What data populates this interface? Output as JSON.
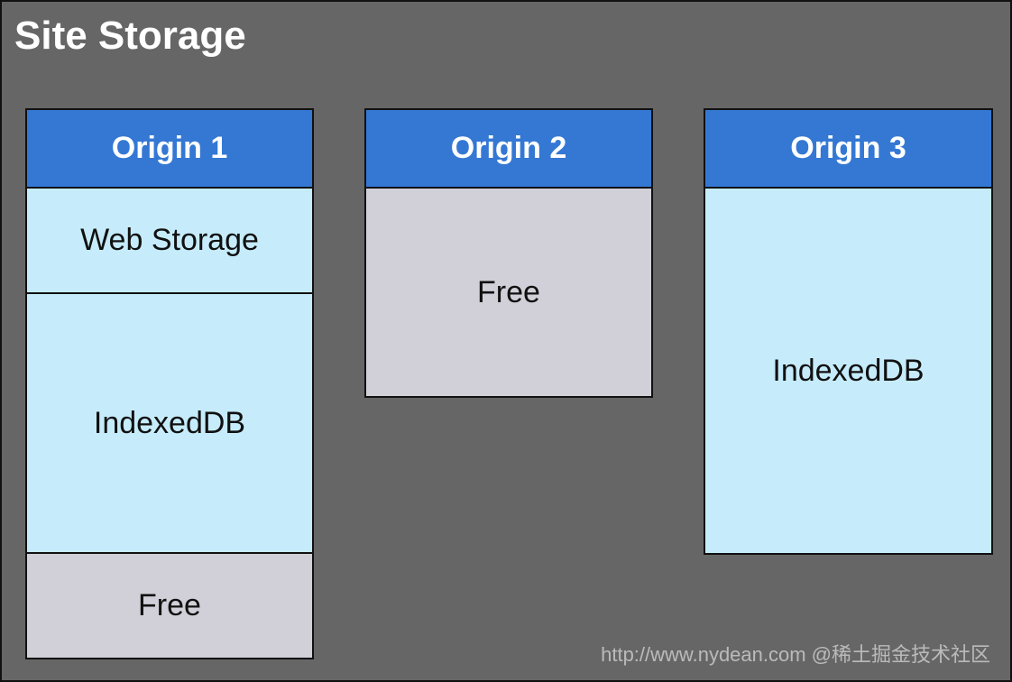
{
  "title": "Site Storage",
  "colors": {
    "background": "#666666",
    "header": "#3478d4",
    "used": "#c6ecfb",
    "free": "#d1d0d8",
    "border": "#111111"
  },
  "origins": [
    {
      "name": "Origin 1",
      "segments": [
        {
          "label": "Web Storage",
          "kind": "used"
        },
        {
          "label": "IndexedDB",
          "kind": "used"
        },
        {
          "label": "Free",
          "kind": "free"
        }
      ]
    },
    {
      "name": "Origin 2",
      "segments": [
        {
          "label": "Free",
          "kind": "free"
        }
      ]
    },
    {
      "name": "Origin 3",
      "segments": [
        {
          "label": "IndexedDB",
          "kind": "used"
        }
      ]
    }
  ],
  "watermark": "http://www.nydean.com @稀土掘金技术社区"
}
